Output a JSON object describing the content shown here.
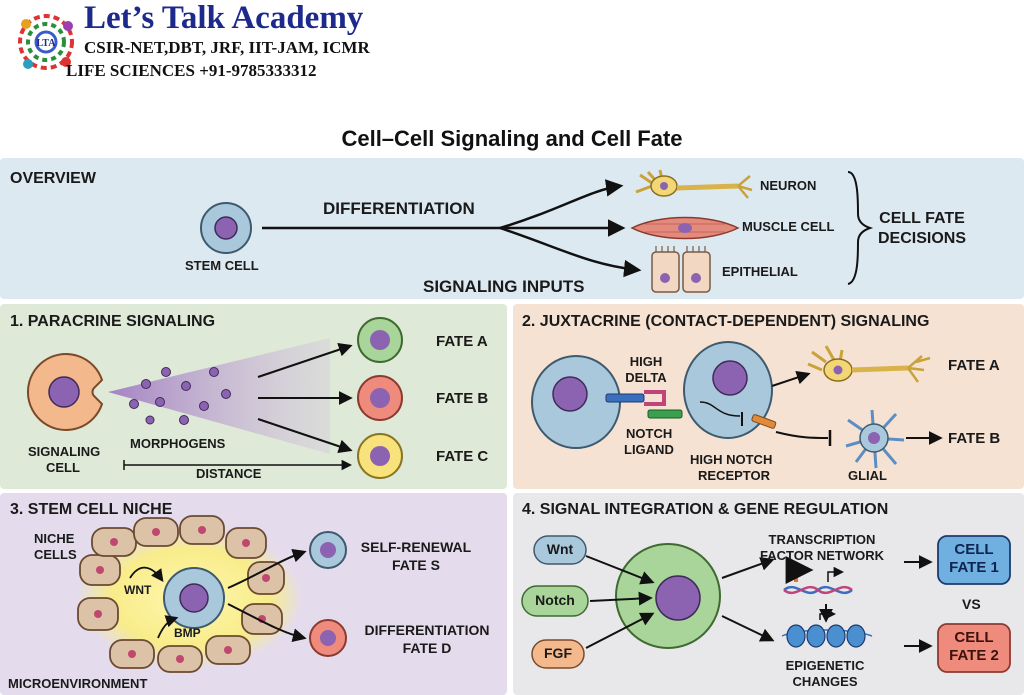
{
  "header": {
    "academy": "Let’s Talk Academy",
    "exams": "CSIR-NET,DBT, JRF, IIT-JAM, ICMR",
    "subject_phone": "LIFE SCIENCES  +91-9785333312",
    "logo_text": "LTA"
  },
  "title": "Cell–Cell Signaling and Cell Fate",
  "overview": {
    "heading": "OVERVIEW",
    "stem_cell": "STEM CELL",
    "differentiation": "DIFFERENTIATION",
    "signaling_inputs": "SIGNALING INPUTS",
    "neuron": "NEURON",
    "muscle": "MUSCLE CELL",
    "epithelial": "EPITHELIAL",
    "decisions_1": "CELL FATE",
    "decisions_2": "DECISIONS"
  },
  "paracrine": {
    "heading": "1. PARACRINE SIGNALING",
    "signaling_cell_1": "SIGNALING",
    "signaling_cell_2": "CELL",
    "morphogens": "MORPHOGENS",
    "distance": "DISTANCE",
    "fate_a": "FATE A",
    "fate_b": "FATE B",
    "fate_c": "FATE C"
  },
  "juxtacrine": {
    "heading": "2. JUXTACRINE (CONTACT-DEPENDENT) SIGNALING",
    "high_delta_1": "HIGH",
    "high_delta_2": "DELTA",
    "notch_ligand_1": "NOTCH",
    "notch_ligand_2": "LIGAND",
    "high_notch_1": "HIGH NOTCH",
    "high_notch_2": "RECEPTOR",
    "fate_a": "FATE A",
    "fate_b": "FATE B",
    "glial": "GLIAL"
  },
  "niche": {
    "heading": "3. STEM CELL NICHE",
    "niche_cells_1": "NICHE",
    "niche_cells_2": "CELLS",
    "wnt": "WNT",
    "bmp": "BMP",
    "microenvironment": "MICROENVIRONMENT",
    "self_renewal_1": "SELF-RENEWAL",
    "self_renewal_2": "FATE S",
    "differentiation_1": "DIFFERENTIATION",
    "differentiation_2": "FATE D"
  },
  "integration": {
    "heading": "4. SIGNAL INTEGRATION & GENE REGULATION",
    "wnt": "Wnt",
    "notch": "Notch",
    "fgf": "FGF",
    "tf_1": "TRANSCRIPTION",
    "tf_2": "FACTOR NETWORK",
    "epi_1": "EPIGENETIC",
    "epi_2": "CHANGES",
    "fate1_1": "CELL",
    "fate1_2": "FATE 1",
    "vs": "VS",
    "fate2_1": "CELL",
    "fate2_2": "FATE 2"
  },
  "colors": {
    "overview_bg": "#dde9f1",
    "paracrine_bg": "#dfe9d7",
    "juxtacrine_bg": "#f6e2d2",
    "niche_bg": "#e4dcec",
    "integration_bg": "#e8e8ea",
    "nucleus": "#8b63b0",
    "cell_blue": "#a9c8dc",
    "cell_green": "#a9d59a",
    "cell_red": "#ef8b7d",
    "cell_yellow": "#f7e27b"
  }
}
